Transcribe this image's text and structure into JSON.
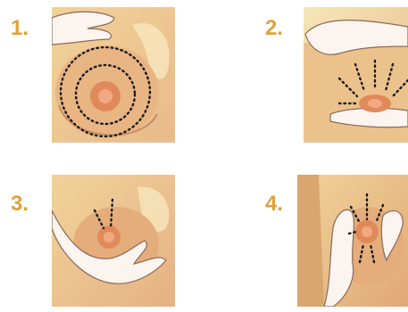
{
  "steps": [
    {
      "number": "1."
    },
    {
      "number": "2."
    },
    {
      "number": "3."
    },
    {
      "number": "4."
    }
  ],
  "colors": {
    "number": "#e0a13a",
    "skin": "#ecc28c",
    "skin_dark": "#d9a66f",
    "background_light": "#f5e6b8",
    "areola": "#e08a5a",
    "nipple": "#f2a982",
    "hand": "#fbf4ef",
    "hand_outline": "#8a6a58",
    "dotted_guide": "#1a1a1a"
  },
  "icons": [
    "circular-palpation-illustration",
    "inward-stroke-illustration",
    "areola-downward-press-illustration",
    "nipple-squeeze-illustration"
  ]
}
